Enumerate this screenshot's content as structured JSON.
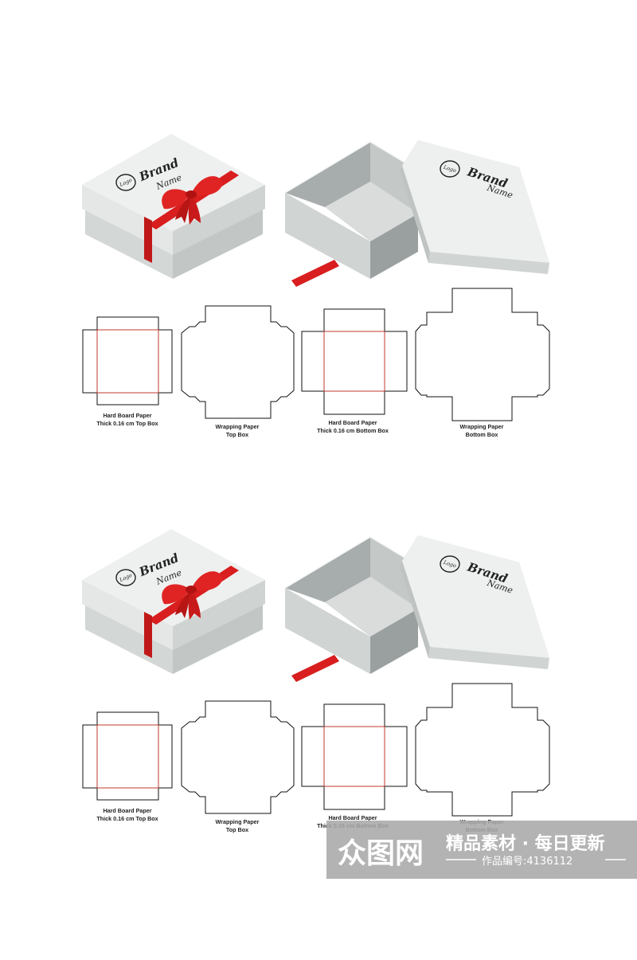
{
  "labels": {
    "hard_top_line1": "Hard Board Paper",
    "hard_top_line2": "Thick 0.16 cm  Top Box",
    "wrap_top_line1": "Wrapping Paper",
    "wrap_top_line2": "Top Box",
    "hard_bottom_line1": "Hard Board Paper",
    "hard_bottom_line2": "Thick 0.16 cm  Bottom Box",
    "wrap_bottom_line1": "Wrapping Paper",
    "wrap_bottom_line2": "Bottom Box"
  },
  "lid_print": {
    "logo": "Logo",
    "brand": "Brand",
    "name": "Name"
  },
  "watermark": {
    "logo_text": "众图网",
    "tagline": "精品素材 · 每日更新",
    "work_id": "作品编号:4136112"
  },
  "colors": {
    "ribbon": "#d81e1e",
    "fold_line": "#c0392b",
    "cut_line": "#111111",
    "box_top": "#eef0ef",
    "box_side_left": "#dfe2e1",
    "box_side_right": "#c9cdcc",
    "watermark_bg": "#a9a9a9"
  },
  "icons": [
    "ribbon-bow-icon",
    "logo-circle-icon"
  ]
}
